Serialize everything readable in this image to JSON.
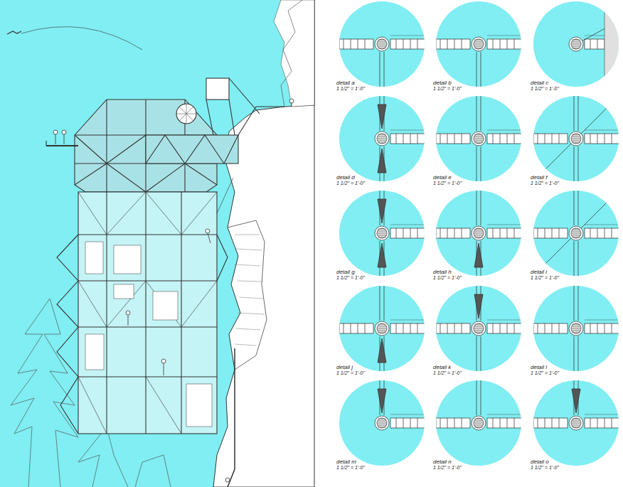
{
  "diagram": {
    "nodes": [
      {
        "text": [
          "detail a",
          "1 1/2\" = 1'-0\""
        ]
      },
      {
        "text": [
          "detail b",
          "1 1/2\" = 1'-0\""
        ]
      },
      {
        "text": [
          "detail c",
          "1 1/2\" = 1'-0\""
        ]
      },
      {
        "text": [
          "detail d",
          "1 1/2\" = 1'-0\""
        ]
      },
      {
        "text": [
          "detail e",
          "1 1/2\" = 1'-0\""
        ]
      },
      {
        "text": [
          "detail f",
          "1 1/2\" = 1'-0\""
        ]
      },
      {
        "text": [
          "detail g",
          "1 1/2\" = 1'-0\""
        ]
      },
      {
        "text": [
          "detail h",
          "1 1/2\" = 1'-0\""
        ]
      },
      {
        "text": [
          "detail i",
          "1 1/2\" = 1'-0\""
        ]
      },
      {
        "text": [
          "detail j",
          "1 1/2\" = 1'-0\""
        ]
      },
      {
        "text": [
          "detail k",
          "1 1/2\" = 1'-0\""
        ]
      },
      {
        "text": [
          "detail l",
          "1 1/2\" = 1'-0\""
        ]
      },
      {
        "text": [
          "detail m",
          "1 1/2\" = 1'-0\""
        ]
      },
      {
        "text": [
          "detail n",
          "1 1/2\" = 1'-0\""
        ]
      },
      {
        "text": [
          "detail o",
          "1 1/2\" = 1'-0\""
        ]
      }
    ]
  }
}
